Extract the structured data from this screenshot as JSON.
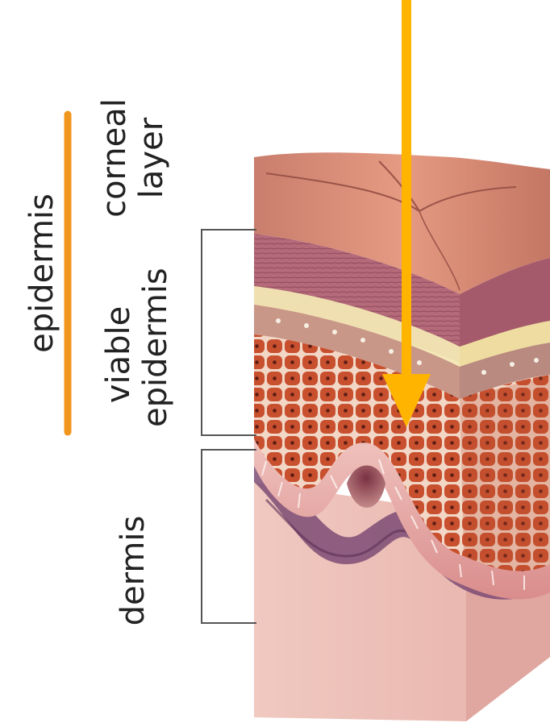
{
  "labels": {
    "epidermis": "epidermis",
    "corneal_line1": "corneal",
    "corneal_line2": "layer",
    "viable_line1": "viable",
    "viable_line2": "epidermis",
    "dermis": "dermis"
  },
  "colors": {
    "epidermis_bar": "#f0961e",
    "penetration_arrow": "#ffb400",
    "bracket": "#555555",
    "text": "#222222",
    "corneal_surface": "#d9806a",
    "corneal_side": "#b56a72",
    "granular_band": "#f3e7b4",
    "cell_layer": "#c9553a",
    "cell_nucleus": "#f4e2c8",
    "basal_band": "#e9b3b0",
    "dermis": "#edc0b8",
    "dermis_shadow": "#8a5a80"
  },
  "icons": {
    "arrow": "down-arrow-icon",
    "bar": "vertical-bar-icon"
  }
}
